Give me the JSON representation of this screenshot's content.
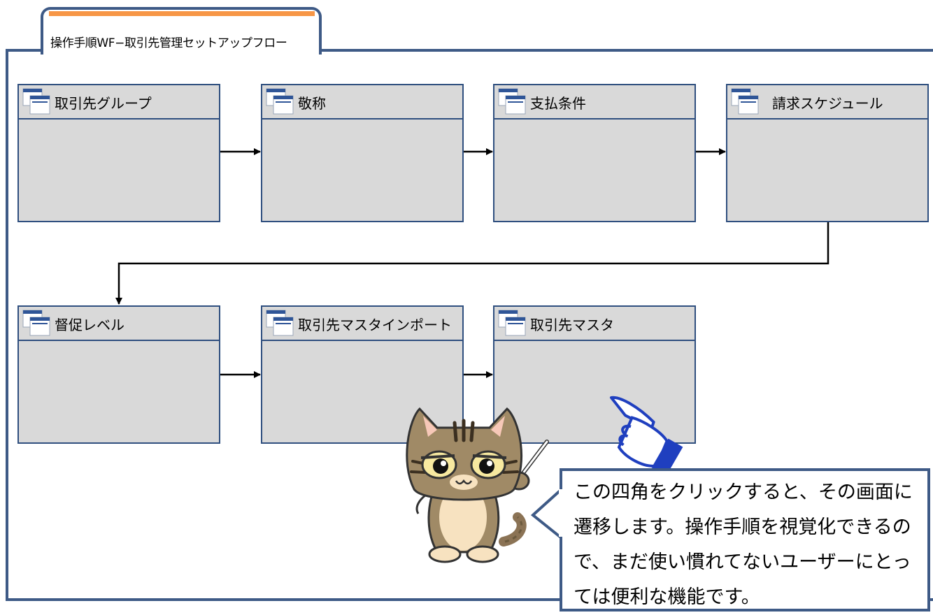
{
  "flow": {
    "title": "操作手順WF−取引先管理セットアップフロー",
    "nodes": [
      {
        "label": "取引先グループ"
      },
      {
        "label": "敬称"
      },
      {
        "label": "支払条件"
      },
      {
        "label": "請求スケジュール"
      },
      {
        "label": "督促レベル"
      },
      {
        "label": "取引先マスタインポート"
      },
      {
        "label": "取引先マスタ"
      }
    ]
  },
  "callout": {
    "text": "この四角をクリックすると、その画面に遷移します。操作手順を視覚化できるので、まだ使い慣れてないユーザーにとっては便利な機能です。"
  },
  "icons": {
    "node": "window-icon",
    "pointer": "pointing-hand-icon",
    "mascot": "cat-mascot"
  },
  "colors": {
    "frame": "#3e5a86",
    "tab_accent": "#f79646",
    "node_fill": "#d9d9d9",
    "node_border": "#2f4f7f"
  }
}
